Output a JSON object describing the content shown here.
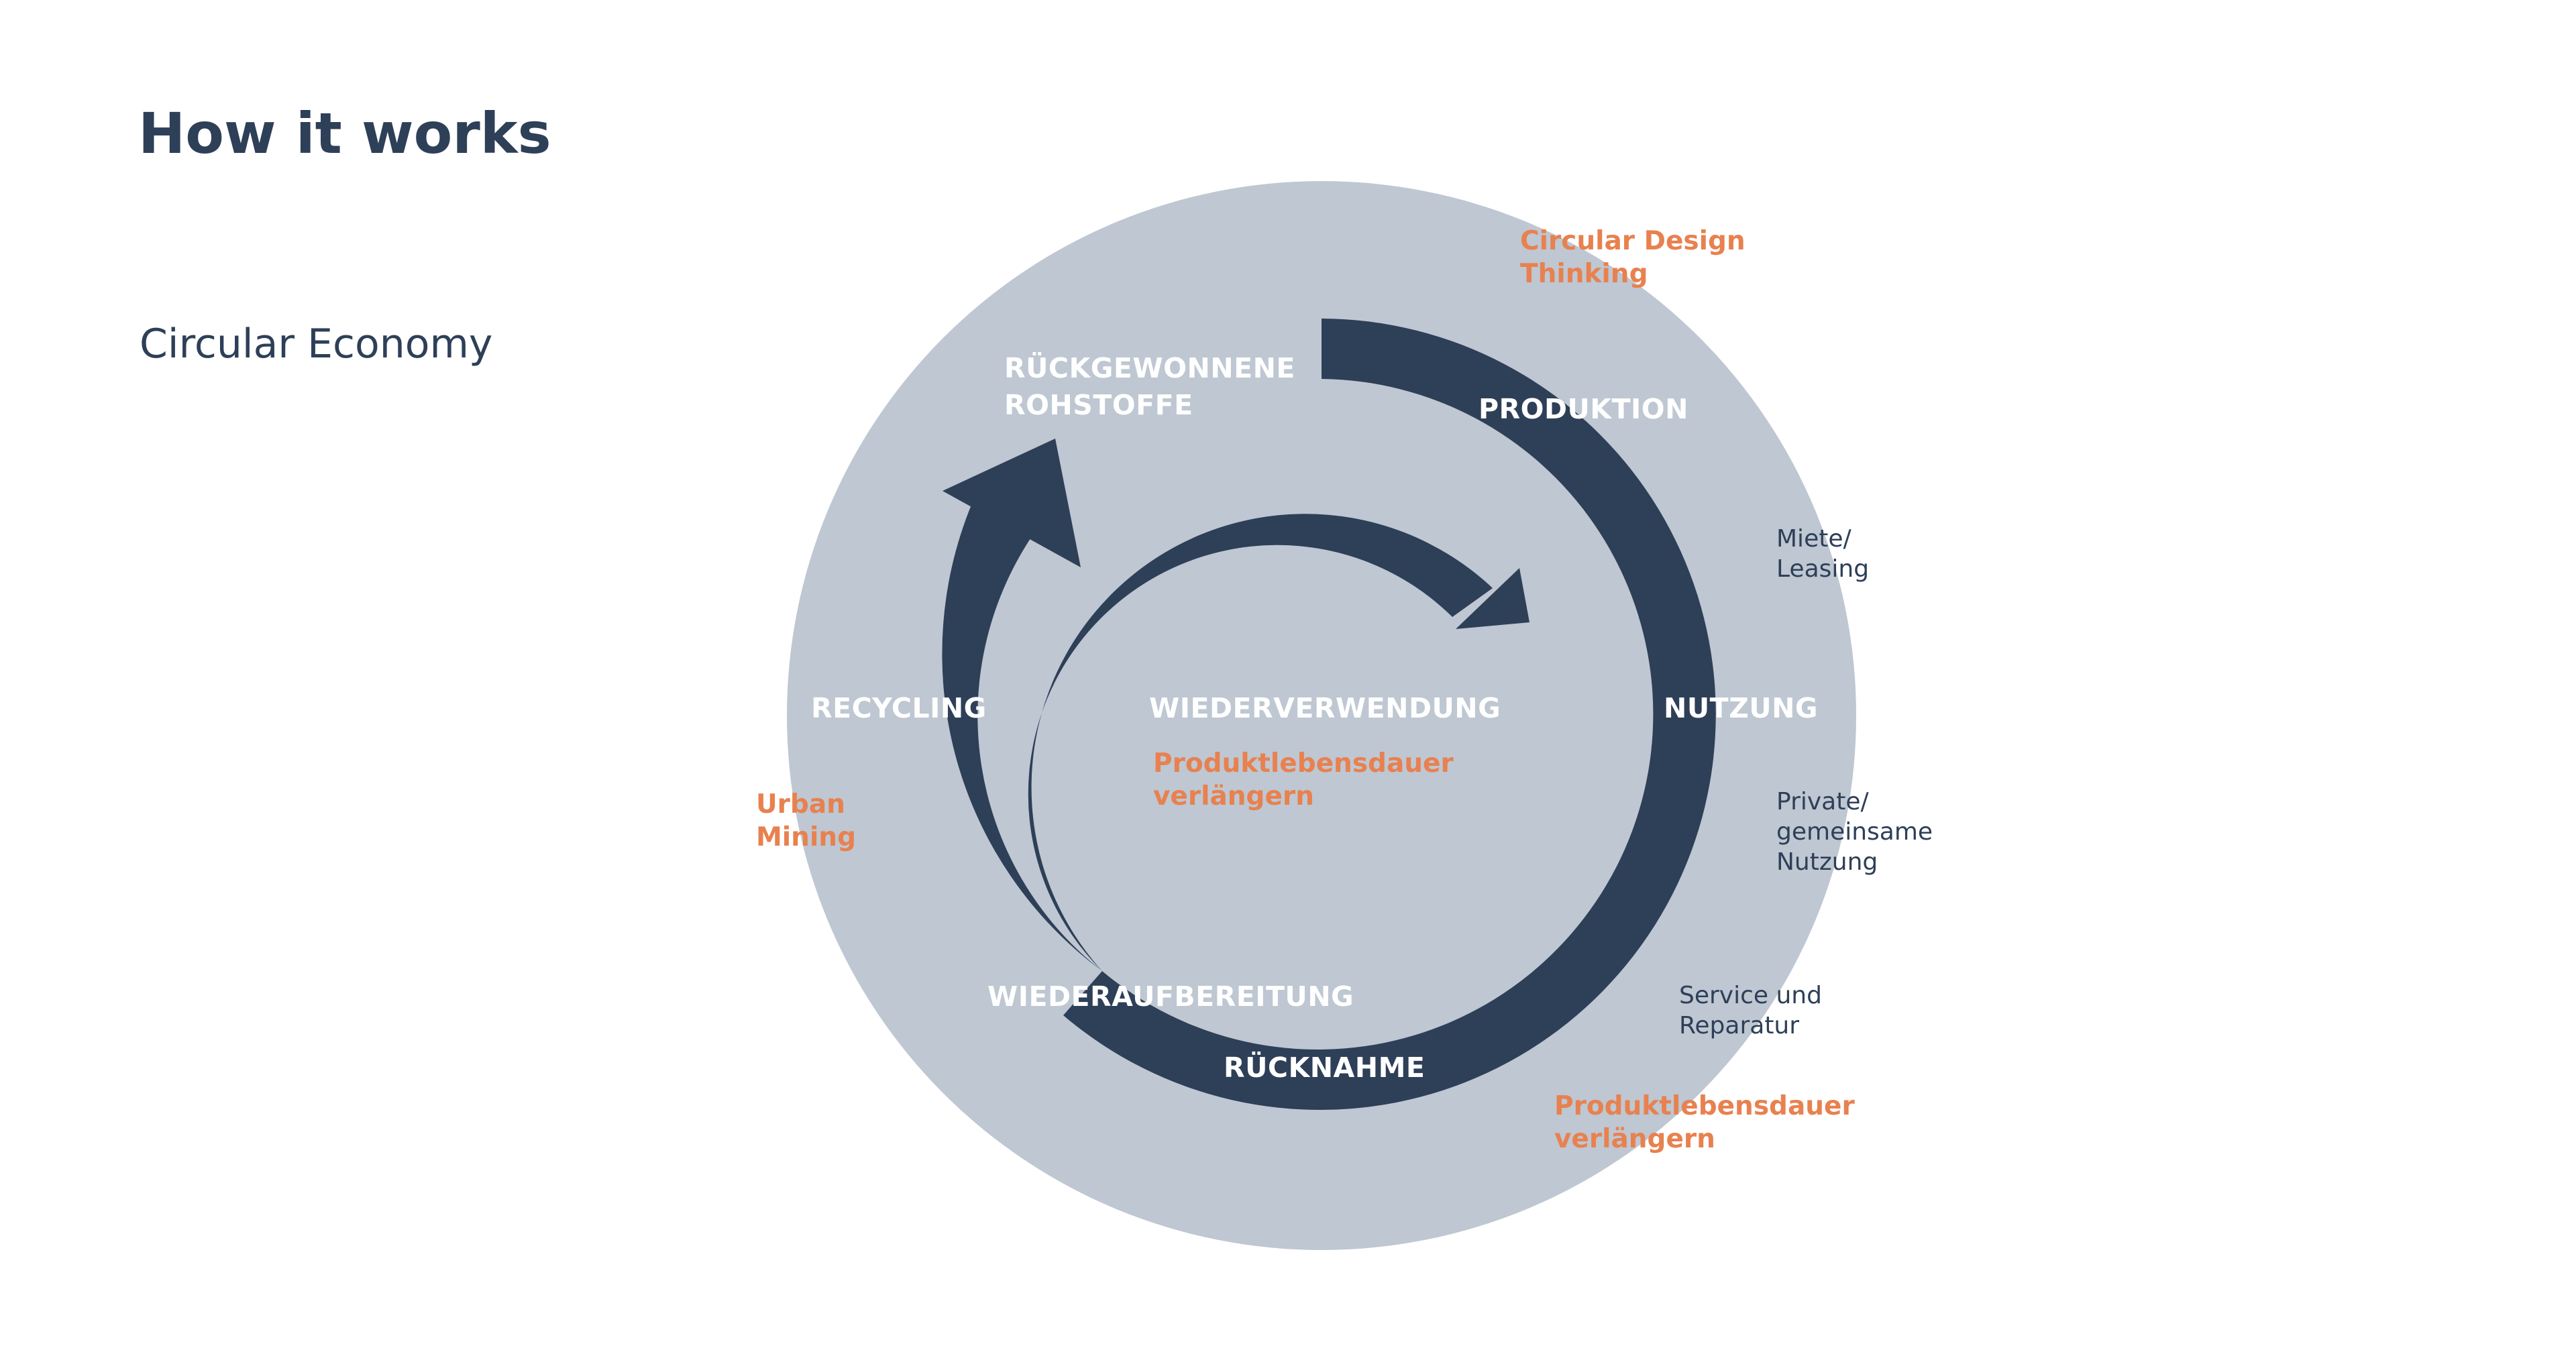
{
  "header": {
    "title": "How it works",
    "subtitle": "Circular Economy"
  },
  "colors": {
    "outer_circle": "#bec7d2",
    "arrows": "#2e3f58",
    "stage_text": "#ffffff",
    "accent_text": "#e8814f",
    "note_text": "#2e3f58",
    "title_text": "#2e3f58"
  },
  "diagram": {
    "stages": {
      "rohstoffe": [
        "RÜCKGEWONNENE",
        "ROHSTOFFE"
      ],
      "produktion": "PRODUKTION",
      "nutzung": "NUTZUNG",
      "ruecknahme": "RÜCKNAHME",
      "wiederaufbereitung": "WIEDERAUFBEREITUNG",
      "recycling": "RECYCLING",
      "wiederverwendung": "WIEDERVERWENDUNG"
    },
    "accents": {
      "circular_design": [
        "Circular Design",
        "Thinking"
      ],
      "urban_mining": [
        "Urban",
        "Mining"
      ],
      "inner_lifetime": [
        "Produktlebensdauer",
        "verlängern"
      ],
      "outer_lifetime": [
        "Produktlebensdauer",
        "verlängern"
      ]
    },
    "notes": {
      "miete": [
        "Miete/",
        "Leasing"
      ],
      "private": [
        "Private/",
        "gemeinsame",
        "Nutzung"
      ],
      "service": [
        "Service und",
        "Reparatur"
      ]
    }
  }
}
